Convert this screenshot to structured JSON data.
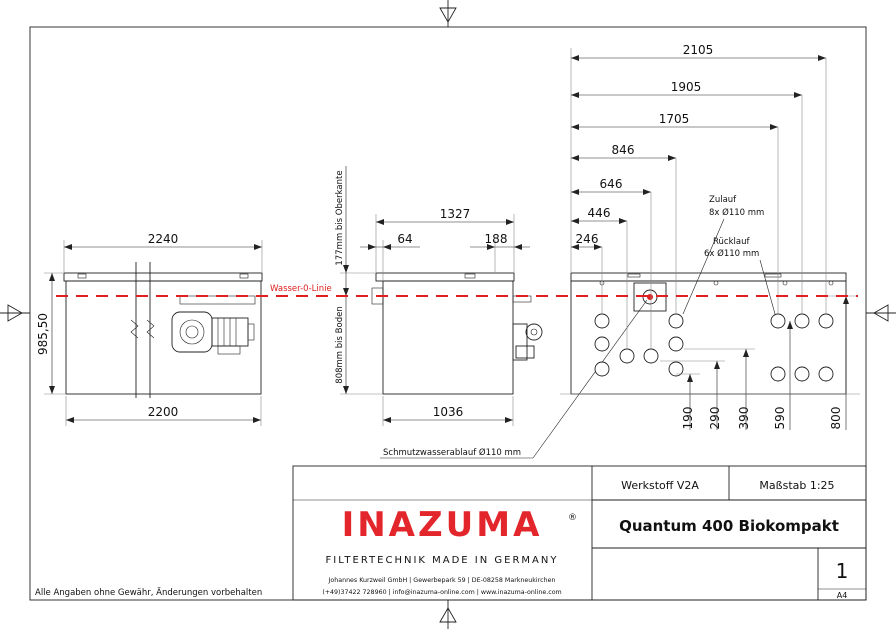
{
  "drawing": {
    "water_line_label": "Wasser-0-Linie",
    "colors": {
      "water_line": "#e02020",
      "brand": "#e3262c",
      "line": "#222222"
    },
    "front_view": {
      "top_width": "2240",
      "bottom_width": "2200",
      "height": "985,50"
    },
    "side_view": {
      "overall_width": "1327",
      "left_offset": "64",
      "right_offset": "188",
      "bottom_width": "1036",
      "height_to_top_edge": "177mm bis Oberkante",
      "height_to_bottom": "808mm bis Boden",
      "drain_label": "Schmutzwasserablauf Ø110 mm"
    },
    "top_view": {
      "horizontal_dims": [
        "2105",
        "1905",
        "1705",
        "846",
        "646",
        "446",
        "246"
      ],
      "inlet_label": "Zulauf",
      "inlet_spec": "8x Ø110 mm",
      "return_label": "Rücklauf",
      "return_spec": "6x Ø110 mm",
      "vertical_dims": [
        "190",
        "290",
        "390",
        "590",
        "800"
      ]
    }
  },
  "title_block": {
    "material": "Werkstoff V2A",
    "scale": "Maßstab  1:25",
    "product": "Quantum 400 Biokompakt",
    "brand": "INAZUMA",
    "registered": "®",
    "tagline": "FILTERTECHNIK MADE IN GERMANY",
    "address_line1": "Johannes Kurzweil GmbH  |  Gewerbepark 59  |  DE-08258 Markneukirchen",
    "address_line2": "(+49)37422 728960 | info@inazuma-online.com | www.inazuma-online.com",
    "sheet_number": "1",
    "paper_size": "A4",
    "disclaimer": "Alle Angaben ohne Gewähr, Änderungen vorbehalten"
  }
}
